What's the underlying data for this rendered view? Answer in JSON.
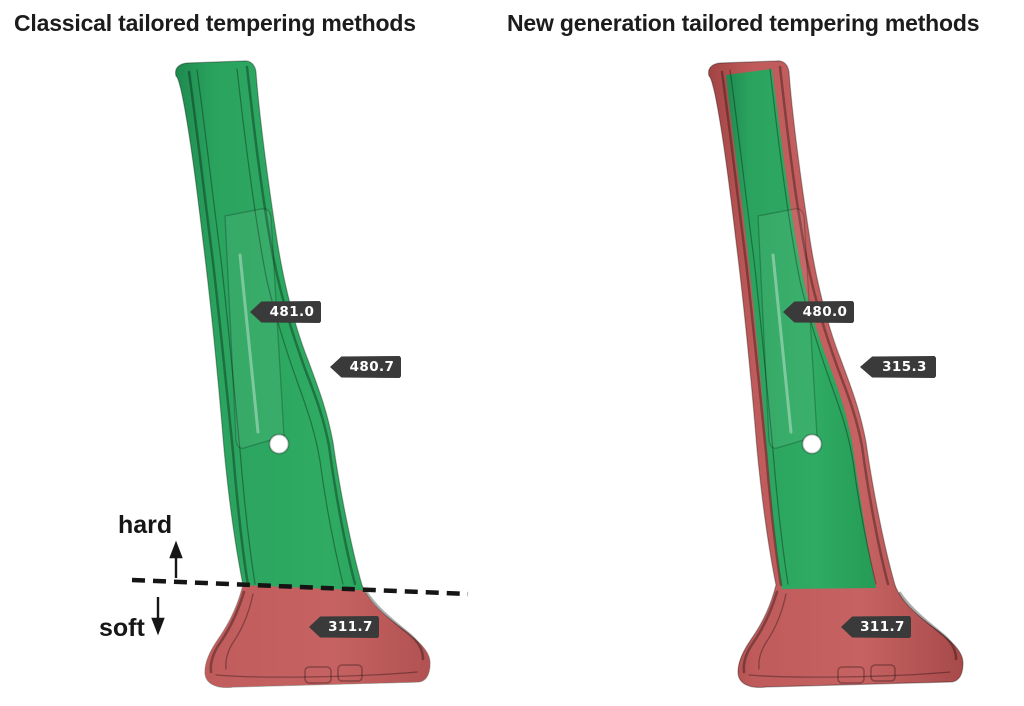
{
  "figure": {
    "panels": [
      {
        "title": "Classical tailored tempering methods",
        "hardness_labels": [
          {
            "value": "481.0"
          },
          {
            "value": "480.7"
          },
          {
            "value": "311.7"
          }
        ]
      },
      {
        "title": "New generation tailored tempering methods",
        "hardness_labels": [
          {
            "value": "480.0"
          },
          {
            "value": "315.3"
          },
          {
            "value": "311.7"
          }
        ]
      }
    ],
    "annotations": {
      "hard_label": "hard",
      "soft_label": "soft"
    },
    "colors": {
      "hard_zone_green": "#2aa35e",
      "soft_zone_red": "#bf5757",
      "tag_background": "#3a3a3a",
      "tag_text": "#ffffff",
      "annotation_text": "#161616"
    }
  }
}
